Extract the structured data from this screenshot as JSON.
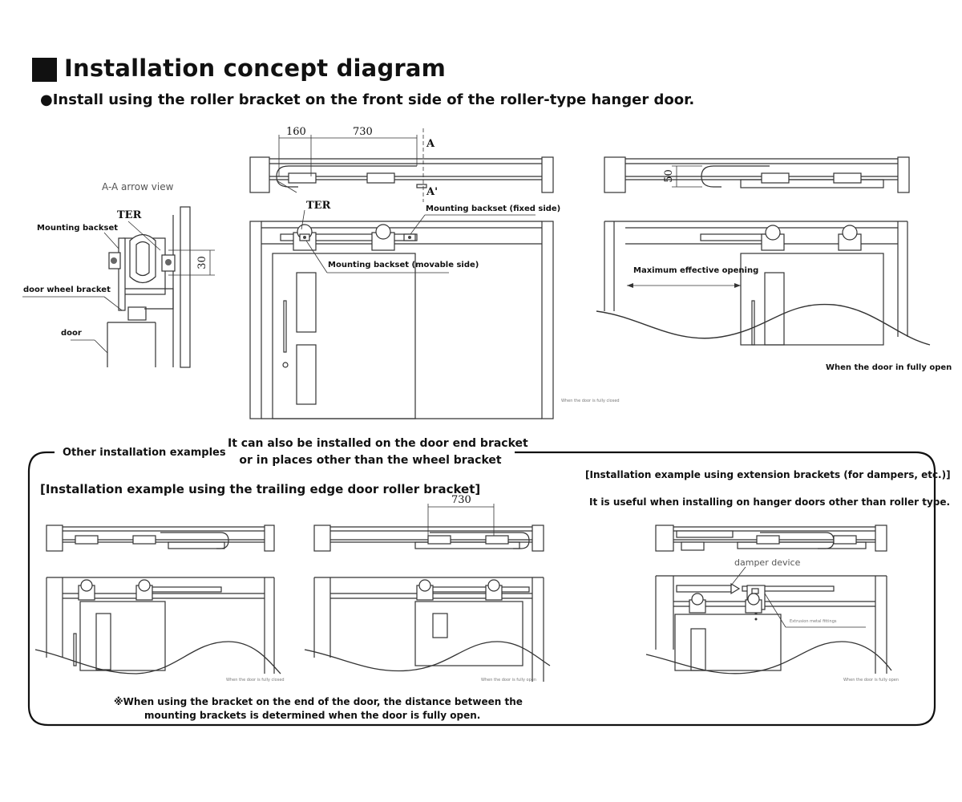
{
  "header": {
    "title": "Installation concept diagram",
    "subtitle": "●Install using the roller bracket on the front side of the roller-type hanger door."
  },
  "aa_view": {
    "title": "A-A arrow view",
    "ter": "TER",
    "mounting_backset": "Mounting backset",
    "door_wheel_bracket": "door wheel bracket",
    "door": "door",
    "dim_30": "30"
  },
  "closed_view": {
    "dim_160": "160",
    "dim_730": "730",
    "section_a": "A",
    "section_a2": "A'",
    "ter": "TER",
    "fixed_side": "Mounting backset (fixed side)",
    "movable_side": "Mounting backset (movable side)",
    "closed_note": "When the door is fully closed"
  },
  "open_view": {
    "dim_50": "50",
    "max_opening": "Maximum effective opening",
    "open_caption": "When the door in fully open"
  },
  "other": {
    "heading": "Other installation examples",
    "also_line1": "It can also be installed on the door end bracket",
    "also_line2": "or in places other than the wheel bracket",
    "trailing_title": "[Installation example using the trailing edge door roller bracket]",
    "dim_730": "730",
    "closed_note": "When the door is fully closed",
    "open_note": "When the door is fully open",
    "extension_title": "[Installation example using extension brackets (for dampers, etc.)]",
    "extension_desc": "It is useful when installing on hanger doors other than roller type.",
    "damper_device": "damper device",
    "extrusion_fittings": "Extrusion metal fittings",
    "footnote_line1": "※When using the bracket on the end of the door, the distance between the",
    "footnote_line2": "mounting brackets is determined when the door is fully open."
  }
}
